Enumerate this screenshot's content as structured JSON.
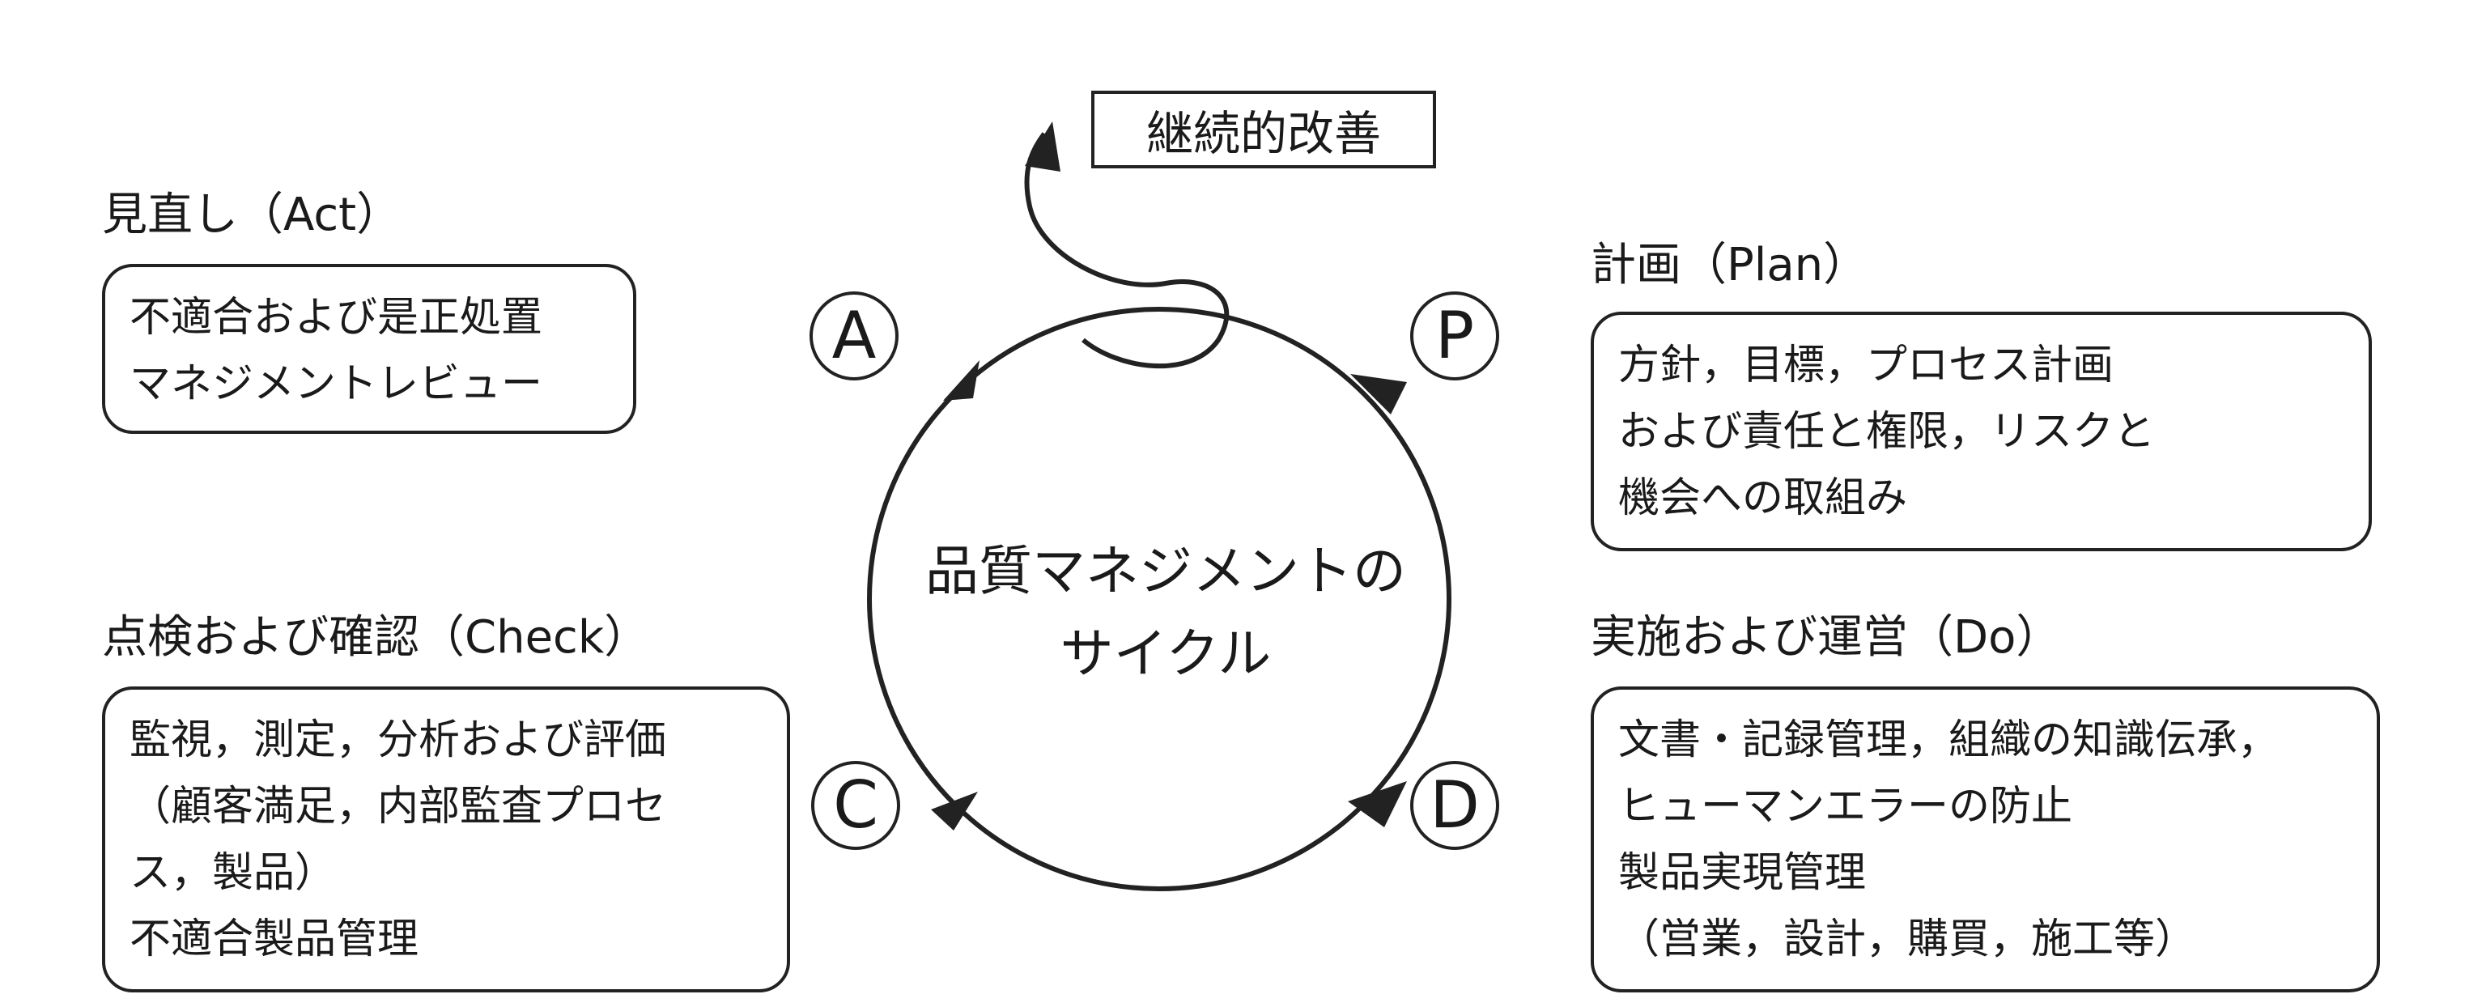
{
  "continuous_improvement": "継続的改善",
  "center": {
    "line1": "品質マネジメントの",
    "line2": "サイクル"
  },
  "letters": {
    "a": "A",
    "p": "P",
    "c": "C",
    "d": "D"
  },
  "act": {
    "heading": "見直し（Act）",
    "lines": [
      "不適合および是正処置",
      "マネジメントレビュー"
    ]
  },
  "plan": {
    "heading": "計画（Plan）",
    "lines": [
      "方針，目標，プロセス計画",
      "および責任と権限，リスクと",
      "機会への取組み"
    ]
  },
  "check": {
    "heading": "点検および確認（Check）",
    "lines": [
      "監視，測定，分析および評価",
      "（顧客満足，内部監査プロセ",
      "ス，製品）",
      "不適合製品管理"
    ]
  },
  "do": {
    "heading": "実施および運営（Do）",
    "lines": [
      "文書・記録管理，組織の知識伝承，",
      "ヒューマンエラーの防止",
      "製品実現管理",
      "（営業，設計，購買，施工等）"
    ]
  }
}
